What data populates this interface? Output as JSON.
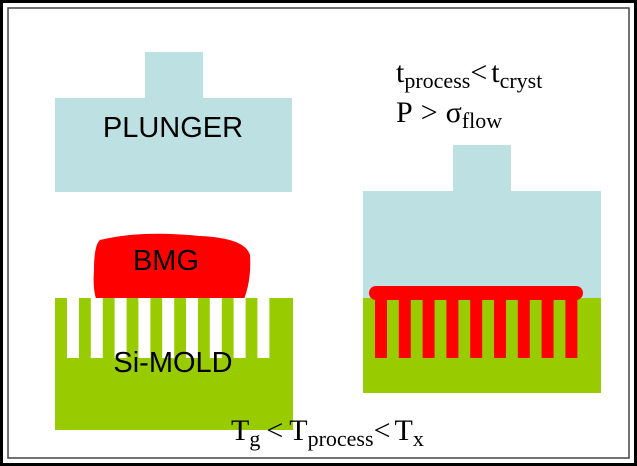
{
  "labels": {
    "plunger": "PLUNGER",
    "bmg": "BMG",
    "mold": "Si-MOLD"
  },
  "conditions": {
    "time": {
      "lhs": "t",
      "lhs_sub": "process",
      "op": "<",
      "rhs": "t",
      "rhs_sub": "cryst"
    },
    "pressure": {
      "lhs": "P",
      "op": ">",
      "rhs": "σ",
      "rhs_sub": "flow"
    },
    "temperature": {
      "a": "T",
      "a_sub": "g",
      "op1": "<",
      "b": "T",
      "b_sub": "process",
      "op2": "<",
      "c": "T",
      "c_sub": "x"
    }
  },
  "colors": {
    "plunger": "#bde0e3",
    "bmg": "#ff0000",
    "mold": "#99cc00",
    "frame": "#000000"
  }
}
